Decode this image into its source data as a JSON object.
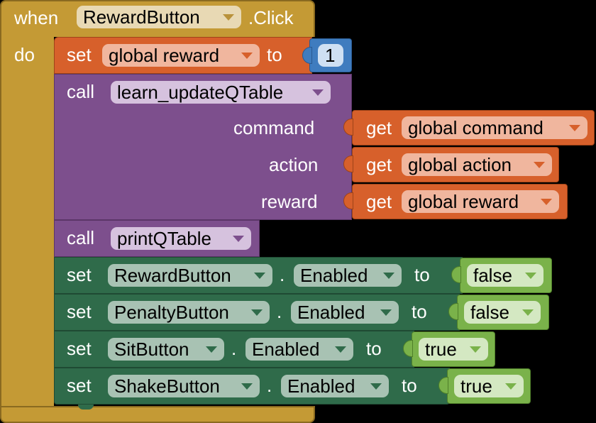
{
  "event": {
    "when": "when",
    "component": "RewardButton",
    "suffix": ".Click",
    "do": "do"
  },
  "blocks": {
    "set_reward": {
      "set": "set",
      "var": "global reward",
      "to": "to",
      "value": "1"
    },
    "call_update": {
      "call": "call",
      "proc": "learn_updateQTable",
      "args": [
        {
          "name": "command",
          "get": "get",
          "var": "global command"
        },
        {
          "name": "action",
          "get": "get",
          "var": "global action"
        },
        {
          "name": "reward",
          "get": "get",
          "var": "global reward"
        }
      ]
    },
    "call_print": {
      "call": "call",
      "proc": "printQTable"
    },
    "setters": [
      {
        "set": "set",
        "component": "RewardButton",
        "dot": ".",
        "prop": "Enabled",
        "to": "to",
        "value": "false"
      },
      {
        "set": "set",
        "component": "PenaltyButton",
        "dot": ".",
        "prop": "Enabled",
        "to": "to",
        "value": "false"
      },
      {
        "set": "set",
        "component": "SitButton",
        "dot": ".",
        "prop": "Enabled",
        "to": "to",
        "value": "true"
      },
      {
        "set": "set",
        "component": "ShakeButton",
        "dot": ".",
        "prop": "Enabled",
        "to": "to",
        "value": "true"
      }
    ]
  },
  "colors": {
    "event": "#c49a35",
    "variable": "#d7602b",
    "procedure": "#7d4f8d",
    "component": "#2f6b4a",
    "logic": "#7ab24a",
    "math": "#3f7cbf"
  }
}
